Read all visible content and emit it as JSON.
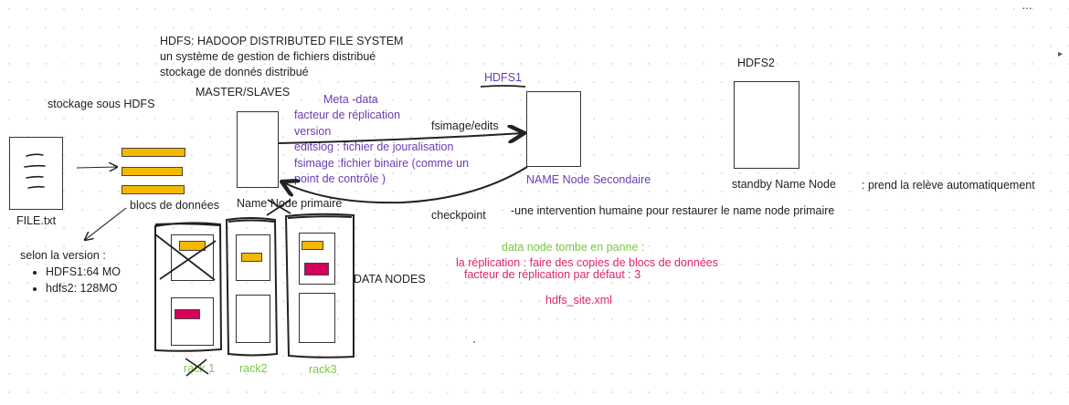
{
  "title_block": {
    "line1": "HDFS: HADOOP DISTRIBUTED FILE SYSTEM",
    "line2": "un système de gestion de fichiers distribué",
    "line3": "stockage de donnés distribué"
  },
  "labels": {
    "master_slaves": "MASTER/SLAVES",
    "stockage": "stockage sous HDFS",
    "file": "FILE.txt",
    "blocs": "blocs de données",
    "namenode_primary": "Name Node primaire",
    "hdfs1": "HDFS1",
    "hdfs2": "HDFS2",
    "fsimage_edits": "fsimage/edits",
    "checkpoint": "checkpoint",
    "namenode_secondary": "NAME Node Secondaire",
    "standby": "standby Name Node",
    "releve": ": prend la relève automatiquement",
    "intervention": "-une intervention humaine pour restaurer le name node primaire",
    "datanodes": "DATA NODES",
    "hdfs_site": "hdfs_site.xml"
  },
  "metadata": {
    "title": "Meta -data",
    "lines": [
      "facteur de réplication",
      "version",
      "editslog : fichier de jouralisation",
      "fsimage :fichier binaire (comme un",
      "point de contrôle )"
    ]
  },
  "version_info": {
    "title": "selon la version :",
    "items": [
      "HDFS1:64 MO",
      "hdfs2: 128MO"
    ]
  },
  "datanode_failure": {
    "title": "data node tombe en panne :",
    "line1": "la réplication : faire des copies de blocs de données",
    "line2": "facteur de réplication par défaut : 3"
  },
  "racks": [
    "rack 1",
    "rack2",
    "rack3"
  ],
  "colors": {
    "purple": "#6b3bb5",
    "pink": "#e0226e",
    "green": "#7ac943",
    "block_yellow": "#f5b800",
    "block_magenta": "#d6005c"
  }
}
